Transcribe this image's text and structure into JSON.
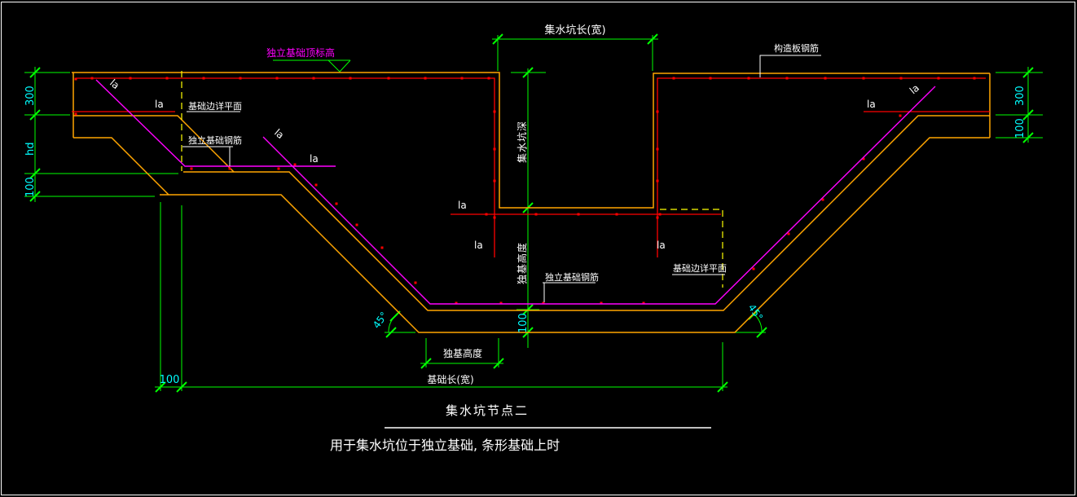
{
  "canvas": {
    "background": "#000000",
    "frame_color": "#ffffff",
    "colors": {
      "dimension_lines": "#00ff00",
      "dimension_numbers": "#00ffff",
      "rebar_primary": "#ff0000",
      "rebar_secondary": "#ff00ff",
      "concrete_outline": "#ffa500",
      "hidden_edge_dashed": "#ffff00",
      "annotation_text": "#ffffff",
      "elevation_label_color": "#ff00ff"
    }
  },
  "title_block": {
    "title": "集水坑节点二",
    "subtitle": "用于集水坑位于独立基础, 条形基础上时"
  },
  "annotations": {
    "elevation_label": "独立基础顶标高",
    "pit_length": "集水坑长(宽)",
    "pit_depth": "集水坑深",
    "foundation_edge_plan": "基础边详平面",
    "independent_foundation_rebar": "独立基础钢筋",
    "structural_slab_rebar": "构造板钢筋",
    "foundation_height": "独基高度",
    "foundation_length": "基础长(宽)",
    "anchorage": "la",
    "angle": "45°"
  },
  "dimensions": {
    "left": [
      "300",
      "hd",
      "100"
    ],
    "right": [
      "300",
      "100"
    ],
    "pit_bottom_thickness": "100",
    "bottom_edge_offset": "100"
  }
}
